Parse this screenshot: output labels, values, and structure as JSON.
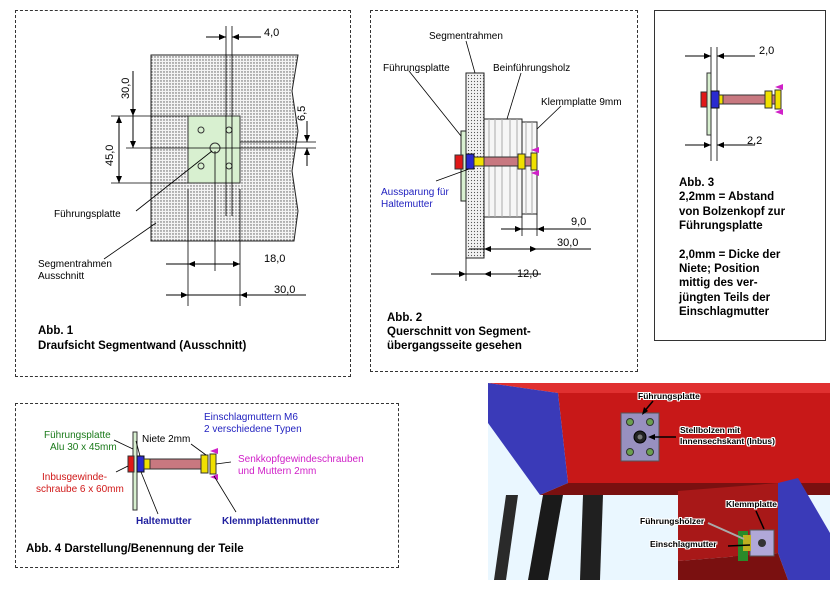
{
  "fig1": {
    "dims": {
      "d4": "4,0",
      "d30v": "30,0",
      "d65": "6,5",
      "d45": "45,0",
      "d18": "18,0",
      "d30h": "30,0"
    },
    "labels": {
      "plate": "Führungsplatte",
      "frame_line1": "Segmentrahmen",
      "frame_line2": "Ausschnitt"
    },
    "caption_line1": "Abb. 1",
    "caption_line2": "Draufsicht Segmentwand (Ausschnitt)"
  },
  "fig2": {
    "labels": {
      "segmentrahmen": "Segmentrahmen",
      "fuehrungsplatte": "Führungsplatte",
      "beinfuehrungsholz": "Beinführungsholz",
      "klemmplatte": "Klemmplatte 9mm",
      "aussparung_line1": "Aussparung für",
      "aussparung_line2": "Haltemutter"
    },
    "dims": {
      "d9": "9,0",
      "d30": "30,0",
      "d12": "12,0"
    },
    "caption_line1": "Abb. 2",
    "caption_line2": "Querschnitt von Segment-",
    "caption_line3": "übergangsseite gesehen"
  },
  "fig3": {
    "dims": {
      "d20": "2,0",
      "d22": "2,2"
    },
    "text_lines": [
      "Abb. 3",
      "2,2mm = Abstand",
      "von Bolzenkopf zur",
      "Führungsplatte",
      "",
      "2,0mm = Dicke der",
      "Niete; Position",
      "mittig des ver-",
      "jüngten Teils der",
      "Einschlagmutter"
    ]
  },
  "fig4": {
    "labels": {
      "fuehrungsplatte_line1": "Führungsplatte",
      "fuehrungsplatte_line2": "Alu 30 x 45mm",
      "niete": "Niete 2mm",
      "einschlag_line1": "Einschlagmuttern M6",
      "einschlag_line2": "2 verschiedene Typen",
      "inbus_line1": "Inbusgewinde-",
      "inbus_line2": "schraube 6 x 60mm",
      "senkkopf_line1": "Senkkopfgewindeschrauben",
      "senkkopf_line2": "und Muttern 2mm",
      "haltemutter": "Haltemutter",
      "klemmplattenmutter": "Klemmplattenmutter"
    },
    "caption": "Abb. 4  Darstellung/Benennung der Teile"
  },
  "render3d": {
    "labels": {
      "fuehrungsplatte": "Führungsplatte",
      "stellbolzen_line1": "Stellbolzen mit",
      "stellbolzen_line2": "Innensechskant (Inbus)",
      "klemmplatte": "Klemmplatte",
      "fuehrungshoelzer": "Führungshölzer",
      "einschlagmutter": "Einschlagmutter"
    }
  },
  "colors": {
    "bolt_head": "#e01818",
    "nut_blue": "#2a2ad0",
    "shaft": "#c87880",
    "yellow": "#f0e000",
    "plate_green": "#d8f0d0",
    "render_red": "#c81818",
    "render_blue": "#3a3ab8",
    "render_purple": "#9890c0"
  }
}
